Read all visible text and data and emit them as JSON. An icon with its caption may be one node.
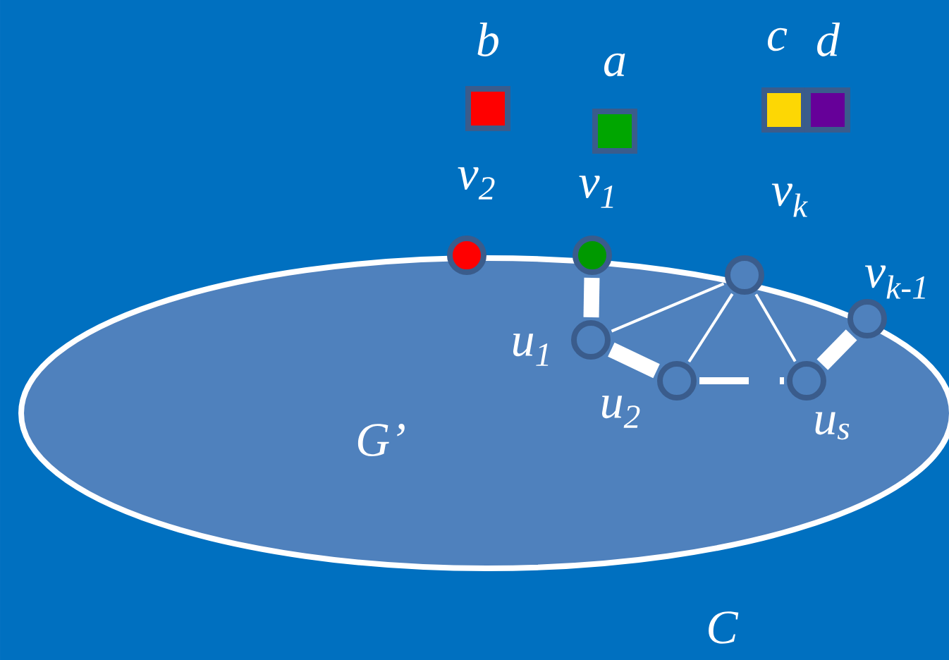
{
  "diagram": {
    "nodes": [
      {
        "text": [
          "G’"
        ]
      },
      {
        "text": [],
        "shape": "circle",
        "beside": [
          "v$_{2}$"
        ]
      },
      {
        "text": [],
        "shape": "circle",
        "beside": [
          "v$_{1}$"
        ]
      },
      {
        "text": [],
        "shape": "circle",
        "beside": [
          "v$_{k}$"
        ]
      },
      {
        "text": [],
        "shape": "circle",
        "beside": [
          "v$_{k-1}$"
        ]
      },
      {
        "text": [],
        "shape": "circle",
        "beside": [
          "u$_{1}$"
        ],
        "in": 0
      },
      {
        "text": [],
        "shape": "circle",
        "beside": [
          "u$_{2}$"
        ],
        "in": 0
      },
      {
        "text": [],
        "shape": "circle",
        "beside": [
          "u$_{s}$"
        ],
        "in": 0
      },
      {
        "text": [
          "b"
        ]
      },
      {
        "text": [
          "a"
        ]
      },
      {
        "text": [
          "c"
        ]
      },
      {
        "text": [
          "d"
        ]
      }
    ],
    "edges": [
      {
        "from": 2,
        "to": 5,
        "arrow": "none",
        "style": "thick"
      },
      {
        "from": 5,
        "to": 6,
        "arrow": "none",
        "style": "thick"
      },
      {
        "from": 5,
        "to": 3,
        "arrow": "none"
      },
      {
        "from": 6,
        "to": 3,
        "arrow": "none"
      },
      {
        "from": 7,
        "to": 3,
        "arrow": "none"
      },
      {
        "from": 7,
        "to": 4,
        "arrow": "none",
        "style": "thick"
      },
      {
        "from": 6,
        "to": 7,
        "arrow": "none",
        "style": "dashed"
      }
    ],
    "labels": [
      "C"
    ]
  }
}
